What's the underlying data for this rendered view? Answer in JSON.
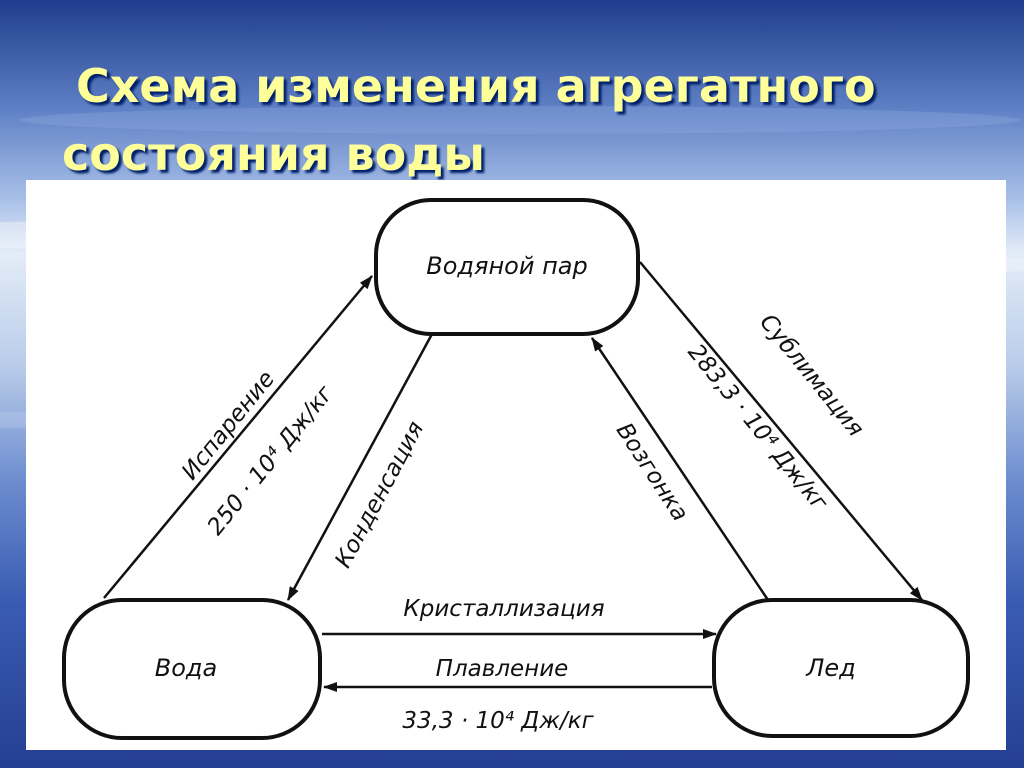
{
  "slide": {
    "title_line1": "Схема изменения агрегатного",
    "title_line2": "состояния воды"
  },
  "diagram": {
    "nodes": {
      "vapor": "Водяной пар",
      "water": "Вода",
      "ice": "Лед"
    },
    "edges": {
      "evaporation": {
        "label": "Испарение",
        "energy": "250 · 10⁴ Дж/кг"
      },
      "condensation": {
        "label": "Конденсация"
      },
      "sublimation": {
        "label": "Сублимация",
        "energy": "283,3 · 10⁴ Дж/кг"
      },
      "desublimation": {
        "label": "Возгонка"
      },
      "crystallization": {
        "label": "Кристаллизация"
      },
      "melting": {
        "label": "Плавление",
        "energy": "33,3 · 10⁴ Дж/кг"
      }
    }
  }
}
